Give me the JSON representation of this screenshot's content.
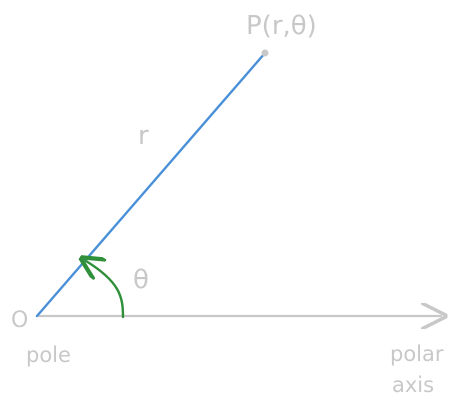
{
  "labels": {
    "point": "P(r,θ)",
    "radius": "r",
    "angle": "θ",
    "origin": "O",
    "pole": "pole",
    "polar_axis_line1": "polar",
    "polar_axis_line2": "axis"
  },
  "colors": {
    "radius_line": "#4a90d9",
    "angle_arrow": "#2f8f3a",
    "axis": "#c8c8c8",
    "text": "#c8c8c8",
    "point": "#c8c8c8"
  }
}
